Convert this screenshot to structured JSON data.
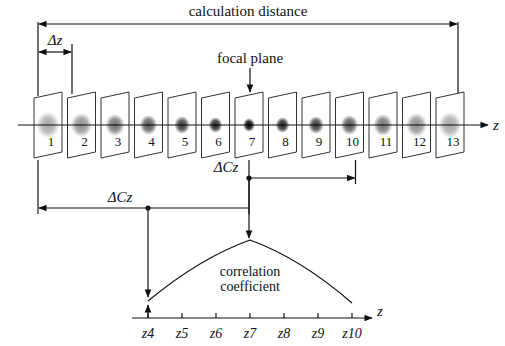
{
  "diagram": {
    "labels": [
      "calculation distance",
      "Δz",
      "focal plane",
      "1",
      "2",
      "3",
      "4",
      "5",
      "6",
      "7",
      "8",
      "9",
      "10",
      "11",
      "12",
      "13",
      "z",
      "ΔCz",
      "ΔCz",
      "correlation coefficient",
      "z4",
      "z5",
      "z6",
      "z7",
      "z8",
      "z9",
      "z10",
      "z"
    ]
  }
}
